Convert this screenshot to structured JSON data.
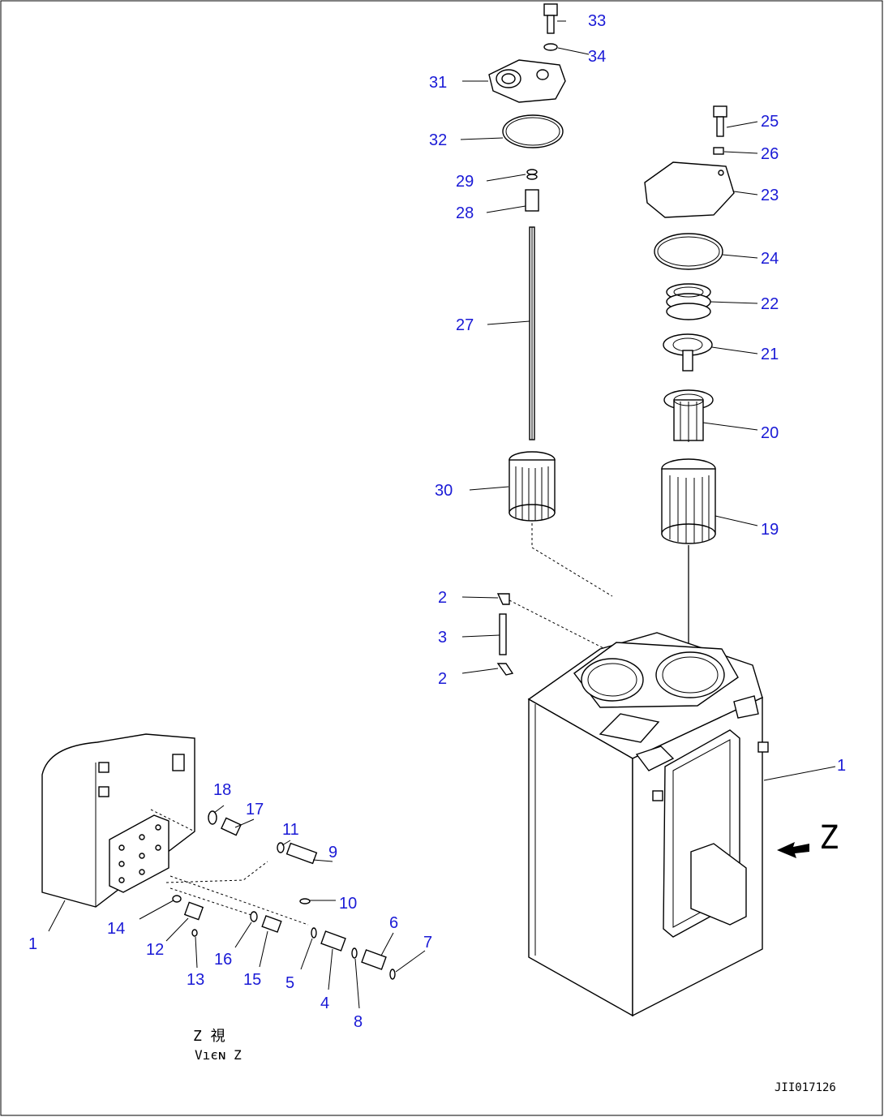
{
  "diagram": {
    "callouts": [
      "33",
      "34",
      "31",
      "32",
      "29",
      "28",
      "27",
      "25",
      "26",
      "23",
      "24",
      "22",
      "21",
      "20",
      "30",
      "19",
      "2",
      "3",
      "2",
      "1",
      "18",
      "17",
      "11",
      "9",
      "10",
      "14",
      "12",
      "13",
      "16",
      "15",
      "5",
      "4",
      "8",
      "6",
      "7",
      "1"
    ],
    "arrow_label": "Z",
    "view_label_jp": "Z 視",
    "view_label_en": "Vıєɴ Z",
    "drawing_code": "JII017126"
  },
  "colors": {
    "callout": "#1a1ad6",
    "line": "#000000",
    "background": "#ffffff"
  }
}
